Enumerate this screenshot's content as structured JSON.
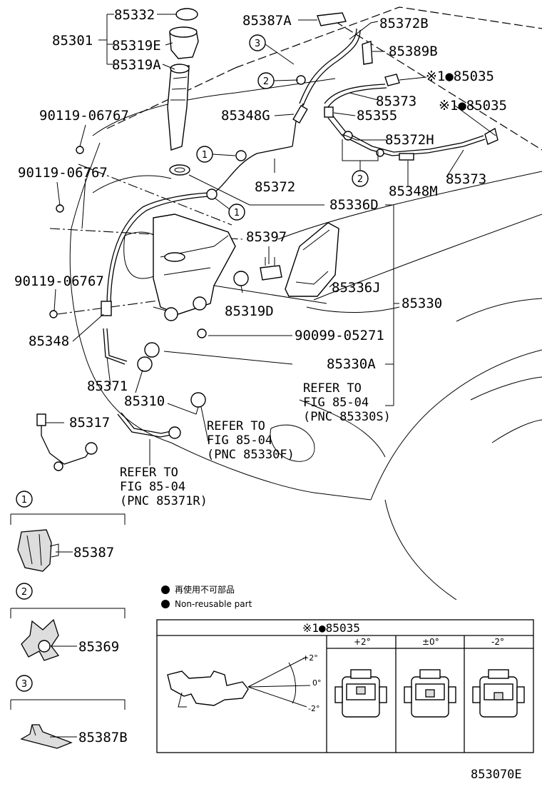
{
  "parts": {
    "p85332": "85332",
    "p85301": "85301",
    "p85319E": "85319E",
    "p85319A": "85319A",
    "p85387A": "85387A",
    "p85372B": "85372B",
    "p85389B": "85389B",
    "p85035a": "※1●85035",
    "p85035b": "※1●85035",
    "p85373a": "85373",
    "p85373b": "85373",
    "p85348G": "85348G",
    "p85355": "85355",
    "p85372H": "85372H",
    "p85372": "85372",
    "p85348M": "85348M",
    "p85336D": "85336D",
    "p85397": "85397",
    "p85336J": "85336J",
    "p85330": "85330",
    "p85319D": "85319D",
    "p90099": "90099-05271",
    "p85330A": "85330A",
    "p90119a": "90119-06767",
    "p90119b": "90119-06767",
    "p90119c": "90119-06767",
    "p85348": "85348",
    "p85371": "85371",
    "p85310": "85310",
    "p85317": "85317",
    "p85387": "85387",
    "p85369": "85369",
    "p85387B": "85387B"
  },
  "refs": {
    "r1": [
      "REFER TO",
      "FIG 85-04",
      "(PNC 85330S)"
    ],
    "r2": [
      "REFER TO",
      "FIG 85-04",
      "(PNC 85330F)"
    ],
    "r3": [
      "REFER TO",
      "FIG 85-04",
      "(PNC 85371R)"
    ]
  },
  "callouts": {
    "c1": "1",
    "c2": "2",
    "c3": "3"
  },
  "legend": {
    "jp": "再使用不可部品",
    "en": "Non-reusable part"
  },
  "inset": {
    "title": "※1●85035",
    "col1": "+2°",
    "col2": "±0°",
    "col3": "-2°",
    "ang_p2": "+2°",
    "ang_0": "0°",
    "ang_m2": "-2°"
  },
  "figure_code": "853070E"
}
